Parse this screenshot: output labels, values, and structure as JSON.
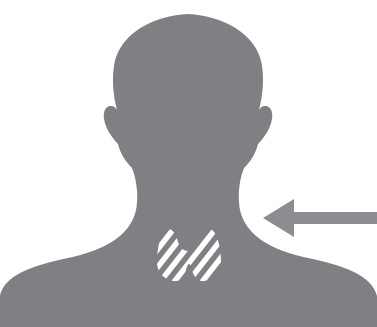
{
  "diagram": {
    "subject": "head-and-shoulders-silhouette",
    "highlighted_organ": "thyroid-gland",
    "pointer": "arrow-pointing-left-at-neck",
    "colors": {
      "background": "#ffffff",
      "silhouette": "#7f8083",
      "arrow": "#8c8d90",
      "thyroid_stripes": "#ffffff"
    }
  }
}
